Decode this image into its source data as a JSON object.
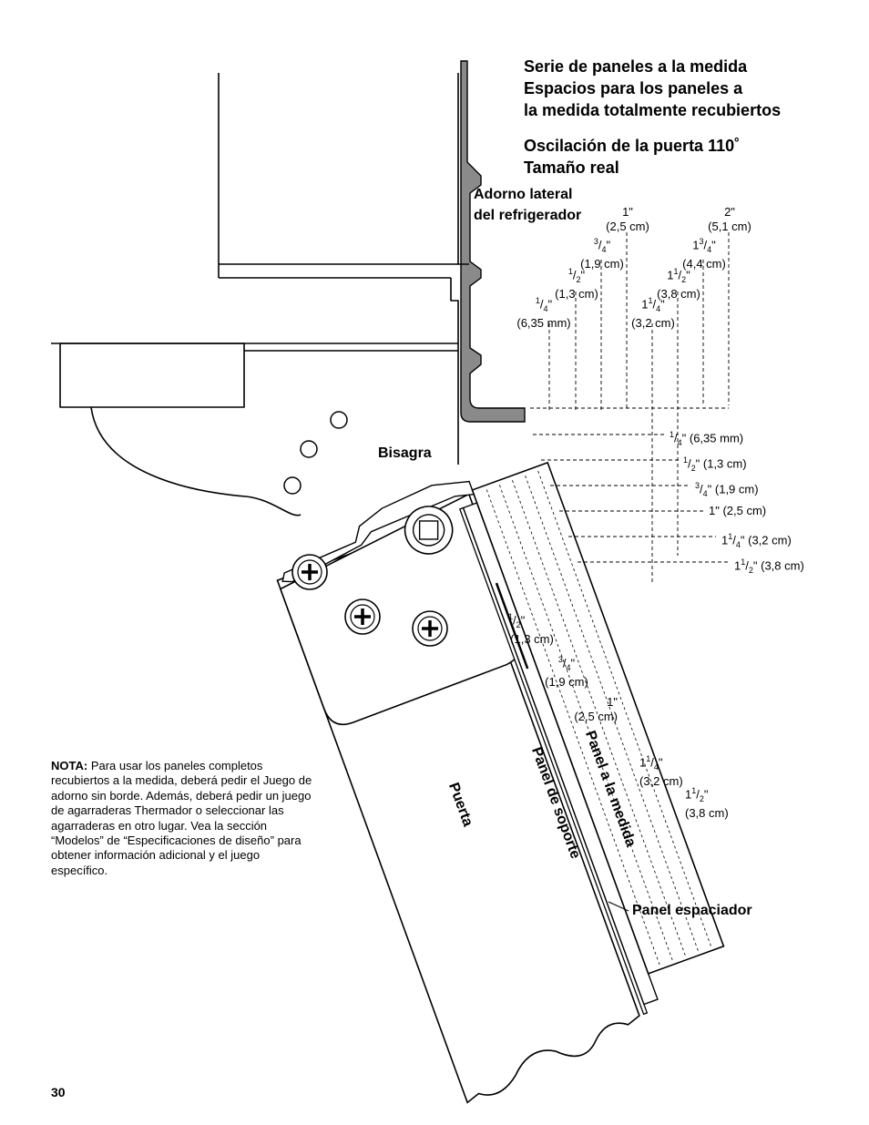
{
  "heading": {
    "line1": "Serie de paneles a la medida",
    "line2": "Espacios para los paneles a",
    "line3": "la medida totalmente recubiertos",
    "line4": "Oscilación de la puerta 110˚",
    "line5": "Tamaño real"
  },
  "labels": {
    "adorno1": "Adorno lateral",
    "adorno2": "del refrigerador",
    "bisagra": "Bisagra",
    "puerta": "Puerta",
    "panel_soporte": "Panel de soporte",
    "panel_medida": "Panel a la medida",
    "panel_espaciador": "Panel espaciador"
  },
  "top_dims": [
    {
      "in": "1\"",
      "cm": "(2,5 cm)"
    },
    {
      "in": "2\"",
      "cm": "(5,1 cm)"
    },
    {
      "in_whole": "",
      "in_num": "3",
      "in_den": "4",
      "in_tail": "\"",
      "cm": "(1,9 cm)"
    },
    {
      "in_whole": "1",
      "in_num": "3",
      "in_den": "4",
      "in_tail": "\"",
      "cm": "(4,4 cm)"
    },
    {
      "in_whole": "",
      "in_num": "1",
      "in_den": "2",
      "in_tail": "\"",
      "cm": "(1,3 cm)"
    },
    {
      "in_whole": "1",
      "in_num": "1",
      "in_den": "2",
      "in_tail": "\"",
      "cm": "(3,8 cm)"
    },
    {
      "in_whole": "",
      "in_num": "1",
      "in_den": "4",
      "in_tail": "\"",
      "cm": "(6,35 mm)"
    },
    {
      "in_whole": "1",
      "in_num": "1",
      "in_den": "4",
      "in_tail": "\"",
      "cm": "(3,2 cm)"
    }
  ],
  "right_dims": [
    {
      "whole": "",
      "num": "1",
      "den": "4",
      "rest": "\" (6,35 mm)"
    },
    {
      "whole": "",
      "num": "1",
      "den": "2",
      "rest": "\" (1,3 cm)"
    },
    {
      "whole": "",
      "num": "3",
      "den": "4",
      "rest": "\" (1,9 cm)"
    },
    {
      "whole": "1\" (2,5 cm)",
      "num": "",
      "den": "",
      "rest": ""
    },
    {
      "whole": "1",
      "num": "1",
      "den": "4",
      "rest": "\" (3,2 cm)"
    },
    {
      "whole": "1",
      "num": "1",
      "den": "2",
      "rest": "\" (3,8 cm)"
    }
  ],
  "diag_dims": [
    {
      "whole": "",
      "num": "1",
      "den": "2",
      "tail": "\"",
      "cm": "(1,3 cm)"
    },
    {
      "whole": "",
      "num": "3",
      "den": "4",
      "tail": "\"",
      "cm": "(1,9 cm)"
    },
    {
      "whole": "1\"",
      "num": "",
      "den": "",
      "tail": "",
      "cm": "(2,5 cm)"
    },
    {
      "whole": "1",
      "num": "1",
      "den": "4",
      "tail": "\"",
      "cm": "(3,2 cm)"
    },
    {
      "whole": "1",
      "num": "1",
      "den": "2",
      "tail": "\"",
      "cm": "(3,8 cm)"
    }
  ],
  "note": {
    "bold": "NOTA:",
    "text": " Para usar los paneles completos recubiertos a la medida, deberá pedir el Juego de adorno sin borde. Además, deberá pedir un juego de agarraderas Thermador o seleccionar las agarraderas en otro lugar. Vea la sección “Modelos” de “Especificaciones de diseño” para obtener información adicional y el juego específico."
  },
  "page_number": "30"
}
